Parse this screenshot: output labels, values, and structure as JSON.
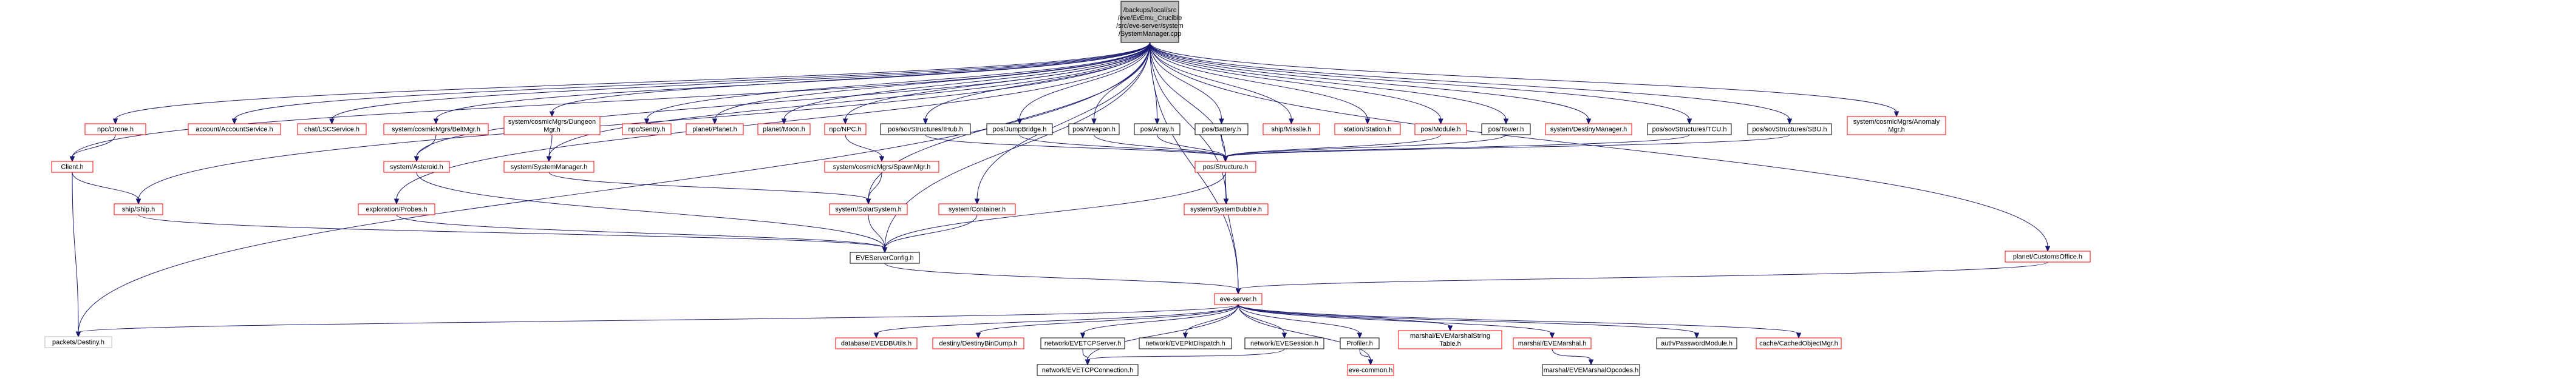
{
  "colors": {
    "edge": "#191970",
    "root_fill": "#bfbfbf",
    "root_border": "#000000",
    "file_border": "#000000",
    "nodoc_border": "#ff0000",
    "ext_border": "#bfbfbf",
    "text": "#000000"
  },
  "nodes": [
    {
      "id": "root",
      "lines": [
        "/backups/local/src",
        "/eve/EvEmu_Crucible",
        "/src/eve-server/system",
        "/SystemManager.cpp"
      ],
      "kind": "root"
    },
    {
      "id": "npc_drone",
      "lines": [
        "npc/Drone.h"
      ],
      "kind": "nodoc"
    },
    {
      "id": "account",
      "lines": [
        "account/AccountService.h"
      ],
      "kind": "nodoc"
    },
    {
      "id": "chat",
      "lines": [
        "chat/LSCService.h"
      ],
      "kind": "nodoc"
    },
    {
      "id": "beltmgr",
      "lines": [
        "system/cosmicMgrs/BeltMgr.h"
      ],
      "kind": "nodoc"
    },
    {
      "id": "dungeon",
      "lines": [
        "system/cosmicMgrs/Dungeon",
        "Mgr.h"
      ],
      "kind": "nodoc"
    },
    {
      "id": "sentry",
      "lines": [
        "npc/Sentry.h"
      ],
      "kind": "nodoc"
    },
    {
      "id": "planet",
      "lines": [
        "planet/Planet.h"
      ],
      "kind": "nodoc"
    },
    {
      "id": "moon",
      "lines": [
        "planet/Moon.h"
      ],
      "kind": "nodoc"
    },
    {
      "id": "npc",
      "lines": [
        "npc/NPC.h"
      ],
      "kind": "nodoc"
    },
    {
      "id": "ihub",
      "lines": [
        "pos/sovStructures/IHub.h"
      ],
      "kind": "file"
    },
    {
      "id": "jumpbridge",
      "lines": [
        "pos/JumpBridge.h"
      ],
      "kind": "file"
    },
    {
      "id": "weapon",
      "lines": [
        "pos/Weapon.h"
      ],
      "kind": "file"
    },
    {
      "id": "array",
      "lines": [
        "pos/Array.h"
      ],
      "kind": "file"
    },
    {
      "id": "battery",
      "lines": [
        "pos/Battery.h"
      ],
      "kind": "file"
    },
    {
      "id": "missile",
      "lines": [
        "ship/Missile.h"
      ],
      "kind": "nodoc"
    },
    {
      "id": "station",
      "lines": [
        "station/Station.h"
      ],
      "kind": "nodoc"
    },
    {
      "id": "module",
      "lines": [
        "pos/Module.h"
      ],
      "kind": "nodoc"
    },
    {
      "id": "tower",
      "lines": [
        "pos/Tower.h"
      ],
      "kind": "file"
    },
    {
      "id": "destinymgr",
      "lines": [
        "system/DestinyManager.h"
      ],
      "kind": "nodoc"
    },
    {
      "id": "tcu",
      "lines": [
        "pos/sovStructures/TCU.h"
      ],
      "kind": "file"
    },
    {
      "id": "sbu",
      "lines": [
        "pos/sovStructures/SBU.h"
      ],
      "kind": "file"
    },
    {
      "id": "anomaly",
      "lines": [
        "system/cosmicMgrs/Anomaly",
        "Mgr.h"
      ],
      "kind": "nodoc"
    },
    {
      "id": "client",
      "lines": [
        "Client.h"
      ],
      "kind": "nodoc"
    },
    {
      "id": "asteroid",
      "lines": [
        "system/Asteroid.h"
      ],
      "kind": "nodoc"
    },
    {
      "id": "sysmanager",
      "lines": [
        "system/SystemManager.h"
      ],
      "kind": "nodoc"
    },
    {
      "id": "spawnmgr",
      "lines": [
        "system/cosmicMgrs/SpawnMgr.h"
      ],
      "kind": "nodoc"
    },
    {
      "id": "structure",
      "lines": [
        "pos/Structure.h"
      ],
      "kind": "nodoc"
    },
    {
      "id": "ship",
      "lines": [
        "ship/Ship.h"
      ],
      "kind": "nodoc"
    },
    {
      "id": "probes",
      "lines": [
        "exploration/Probes.h"
      ],
      "kind": "nodoc"
    },
    {
      "id": "solarsystem",
      "lines": [
        "system/SolarSystem.h"
      ],
      "kind": "nodoc"
    },
    {
      "id": "container",
      "lines": [
        "system/Container.h"
      ],
      "kind": "nodoc"
    },
    {
      "id": "bubble",
      "lines": [
        "system/SystemBubble.h"
      ],
      "kind": "nodoc"
    },
    {
      "id": "customs",
      "lines": [
        "planet/CustomsOffice.h"
      ],
      "kind": "nodoc"
    },
    {
      "id": "config",
      "lines": [
        "EVEServerConfig.h"
      ],
      "kind": "file"
    },
    {
      "id": "eveserver",
      "lines": [
        "eve-server.h"
      ],
      "kind": "nodoc"
    },
    {
      "id": "packets",
      "lines": [
        "packets/Destiny.h"
      ],
      "kind": "ext"
    },
    {
      "id": "dbutils",
      "lines": [
        "database/EVEDBUtils.h"
      ],
      "kind": "nodoc"
    },
    {
      "id": "bindump",
      "lines": [
        "destiny/DestinyBinDump.h"
      ],
      "kind": "nodoc"
    },
    {
      "id": "tcpserver",
      "lines": [
        "network/EVETCPServer.h"
      ],
      "kind": "file"
    },
    {
      "id": "pktdispatch",
      "lines": [
        "network/EVEPktDispatch.h"
      ],
      "kind": "file"
    },
    {
      "id": "session",
      "lines": [
        "network/EVESession.h"
      ],
      "kind": "file"
    },
    {
      "id": "profiler",
      "lines": [
        "Profiler.h"
      ],
      "kind": "file"
    },
    {
      "id": "stringtable",
      "lines": [
        "marshal/EVEMarshalString",
        "Table.h"
      ],
      "kind": "nodoc"
    },
    {
      "id": "marshal",
      "lines": [
        "marshal/EVEMarshal.h"
      ],
      "kind": "nodoc"
    },
    {
      "id": "password",
      "lines": [
        "auth/PasswordModule.h"
      ],
      "kind": "file"
    },
    {
      "id": "cached",
      "lines": [
        "cache/CachedObjectMgr.h"
      ],
      "kind": "nodoc"
    },
    {
      "id": "tcpconn",
      "lines": [
        "network/EVETCPConnection.h"
      ],
      "kind": "file"
    },
    {
      "id": "evecommon",
      "lines": [
        "eve-common.h"
      ],
      "kind": "nodoc"
    },
    {
      "id": "opcodes",
      "lines": [
        "marshal/EVEMarshalOpcodes.h"
      ],
      "kind": "file"
    }
  ],
  "edges": [
    [
      "root",
      "npc_drone"
    ],
    [
      "root",
      "account"
    ],
    [
      "root",
      "chat"
    ],
    [
      "root",
      "beltmgr"
    ],
    [
      "root",
      "dungeon"
    ],
    [
      "root",
      "sentry"
    ],
    [
      "root",
      "planet"
    ],
    [
      "root",
      "moon"
    ],
    [
      "root",
      "npc"
    ],
    [
      "root",
      "ihub"
    ],
    [
      "root",
      "jumpbridge"
    ],
    [
      "root",
      "weapon"
    ],
    [
      "root",
      "array"
    ],
    [
      "root",
      "battery"
    ],
    [
      "root",
      "missile"
    ],
    [
      "root",
      "station"
    ],
    [
      "root",
      "module"
    ],
    [
      "root",
      "tower"
    ],
    [
      "root",
      "destinymgr"
    ],
    [
      "root",
      "tcu"
    ],
    [
      "root",
      "sbu"
    ],
    [
      "root",
      "anomaly"
    ],
    [
      "root",
      "client"
    ],
    [
      "root",
      "asteroid"
    ],
    [
      "root",
      "sysmanager"
    ],
    [
      "root",
      "ship"
    ],
    [
      "root",
      "probes"
    ],
    [
      "root",
      "solarsystem"
    ],
    [
      "root",
      "container"
    ],
    [
      "root",
      "bubble"
    ],
    [
      "root",
      "structure"
    ],
    [
      "root",
      "config"
    ],
    [
      "root",
      "customs"
    ],
    [
      "root",
      "eveserver"
    ],
    [
      "root",
      "packets"
    ],
    [
      "npc_drone",
      "client"
    ],
    [
      "client",
      "ship"
    ],
    [
      "client",
      "packets"
    ],
    [
      "beltmgr",
      "asteroid"
    ],
    [
      "dungeon",
      "sysmanager"
    ],
    [
      "npc",
      "spawnmgr"
    ],
    [
      "ihub",
      "structure"
    ],
    [
      "jumpbridge",
      "structure"
    ],
    [
      "weapon",
      "structure"
    ],
    [
      "array",
      "structure"
    ],
    [
      "battery",
      "structure"
    ],
    [
      "module",
      "structure"
    ],
    [
      "tower",
      "structure"
    ],
    [
      "tcu",
      "structure"
    ],
    [
      "sbu",
      "structure"
    ],
    [
      "asteroid",
      "config"
    ],
    [
      "sysmanager",
      "solarsystem"
    ],
    [
      "spawnmgr",
      "solarsystem"
    ],
    [
      "structure",
      "bubble"
    ],
    [
      "structure",
      "config"
    ],
    [
      "structure",
      "eveserver"
    ],
    [
      "ship",
      "config"
    ],
    [
      "probes",
      "config"
    ],
    [
      "solarsystem",
      "config"
    ],
    [
      "container",
      "config"
    ],
    [
      "customs",
      "eveserver"
    ],
    [
      "config",
      "eveserver"
    ],
    [
      "eveserver",
      "packets"
    ],
    [
      "eveserver",
      "dbutils"
    ],
    [
      "eveserver",
      "bindump"
    ],
    [
      "eveserver",
      "tcpserver"
    ],
    [
      "eveserver",
      "pktdispatch"
    ],
    [
      "eveserver",
      "session"
    ],
    [
      "eveserver",
      "profiler"
    ],
    [
      "eveserver",
      "stringtable"
    ],
    [
      "eveserver",
      "marshal"
    ],
    [
      "eveserver",
      "password"
    ],
    [
      "eveserver",
      "cached"
    ],
    [
      "eveserver",
      "tcpconn"
    ],
    [
      "eveserver",
      "evecommon"
    ],
    [
      "tcpserver",
      "tcpconn"
    ],
    [
      "session",
      "tcpconn"
    ],
    [
      "profiler",
      "evecommon"
    ],
    [
      "marshal",
      "opcodes"
    ]
  ]
}
